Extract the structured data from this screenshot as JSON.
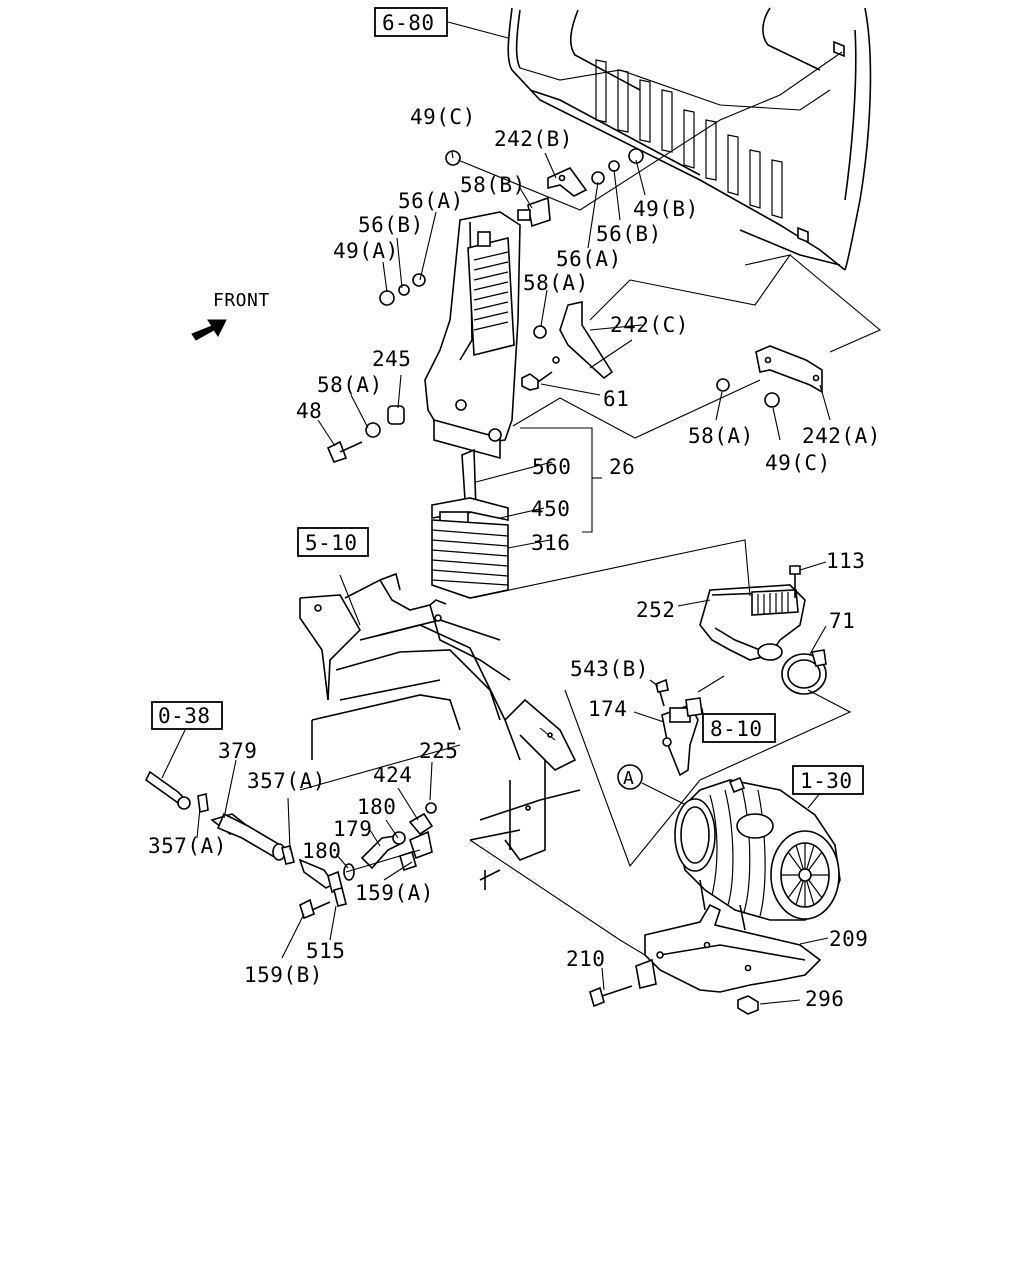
{
  "labels": {
    "ref_6_80": "6-80",
    "ref_5_10": "5-10",
    "ref_0_38": "0-38",
    "ref_8_10": "8-10",
    "ref_1_30": "1-30",
    "front": "FRONT",
    "p49c_top": "49(C)",
    "p242b": "242(B)",
    "p58b": "58(B)",
    "p56a_left": "56(A)",
    "p56b_left": "56(B)",
    "p49a": "49(A)",
    "p49b": "49(B)",
    "p56b_right": "56(B)",
    "p56a_right": "56(A)",
    "p58a_mid": "58(A)",
    "p242c": "242(C)",
    "p245": "245",
    "p58a_left": "58(A)",
    "p48": "48",
    "p61": "61",
    "p58a_right": "58(A)",
    "p242a": "242(A)",
    "p49c_bottom": "49(C)",
    "p560": "560",
    "p26": "26",
    "p450": "450",
    "p316": "316",
    "p113": "113",
    "p252": "252",
    "p71": "71",
    "p543b": "543(B)",
    "p174": "174",
    "p379": "379",
    "p357a_top": "357(A)",
    "p225": "225",
    "p424": "424",
    "p180_top": "180",
    "p179": "179",
    "p180_bottom": "180",
    "p357a_left": "357(A)",
    "p159a": "159(A)",
    "p515": "515",
    "p159b": "159(B)",
    "p210": "210",
    "p209": "209",
    "p296": "296",
    "circle_a": "A"
  }
}
